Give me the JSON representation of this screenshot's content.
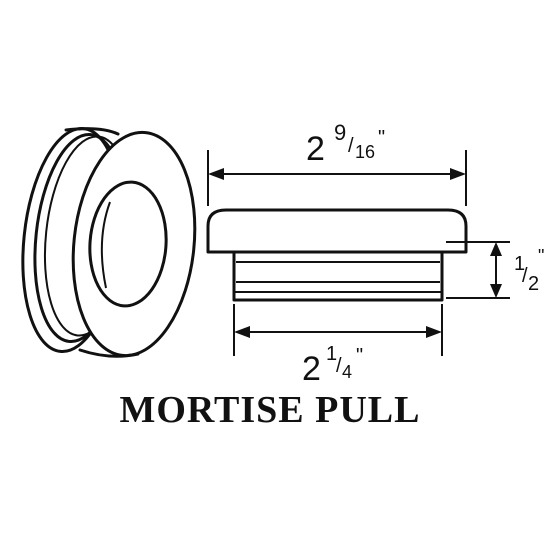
{
  "title": "MORTISE PULL",
  "dimensions": {
    "overall_width": {
      "whole": "2",
      "numerator": "9",
      "denominator": "16",
      "unit": "\""
    },
    "body_width": {
      "whole": "2",
      "numerator": "1",
      "denominator": "4",
      "unit": "\""
    },
    "body_height": {
      "numerator": "1",
      "denominator": "2",
      "unit": "\""
    }
  }
}
